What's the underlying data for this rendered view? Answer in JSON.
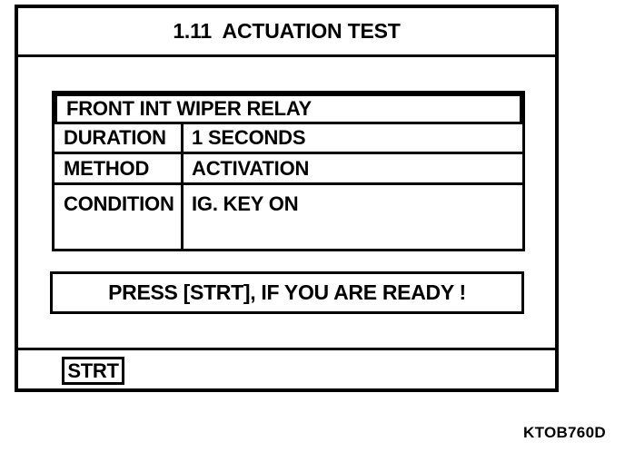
{
  "screen": {
    "title": "1.11  ACTUATION TEST",
    "table": {
      "header": "FRONT INT WIPER RELAY",
      "rows": [
        {
          "label": "DURATION",
          "value": "1 SECONDS"
        },
        {
          "label": "METHOD",
          "value": "ACTIVATION"
        },
        {
          "label": "CONDITION",
          "value": "IG. KEY ON"
        }
      ]
    },
    "message": "PRESS [STRT], IF YOU ARE READY !",
    "start_button": {
      "label": "STRT"
    }
  },
  "figure_code": "KTOB760D",
  "colors": {
    "ink": "#000000",
    "background": "#ffffff"
  }
}
